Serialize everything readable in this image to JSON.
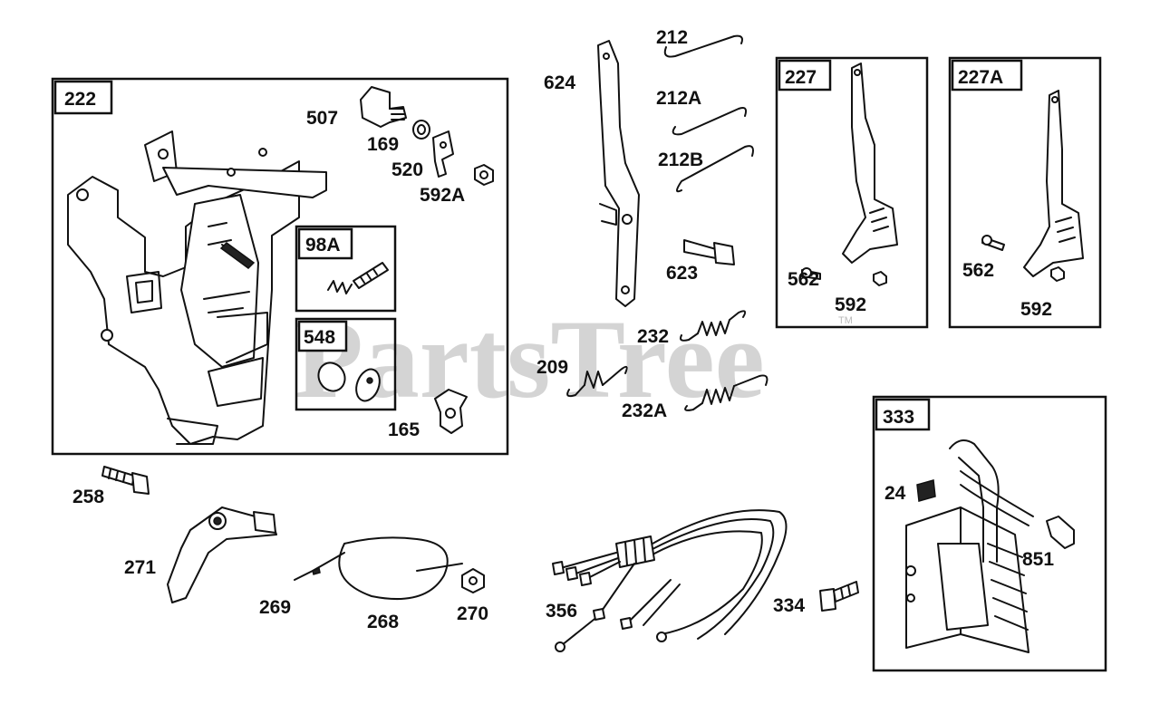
{
  "watermark": {
    "text": "PartsTree",
    "trademark": "TM"
  },
  "boxes": {
    "b222": "222",
    "b98A": "98A",
    "b548": "548",
    "b227": "227",
    "b227A": "227A",
    "b333": "333"
  },
  "labels": {
    "p507": "507",
    "p169": "169",
    "p520": "520",
    "p592A": "592A",
    "p165": "165",
    "p624": "624",
    "p212": "212",
    "p212A": "212A",
    "p212B": "212B",
    "p623": "623",
    "p232": "232",
    "p232A": "232A",
    "p209": "209",
    "p562a": "562",
    "p592a": "592",
    "p562b": "562",
    "p592b": "592",
    "p24": "24",
    "p851": "851",
    "p258": "258",
    "p271": "271",
    "p269": "269",
    "p268": "268",
    "p270": "270",
    "p356": "356",
    "p334": "334"
  }
}
